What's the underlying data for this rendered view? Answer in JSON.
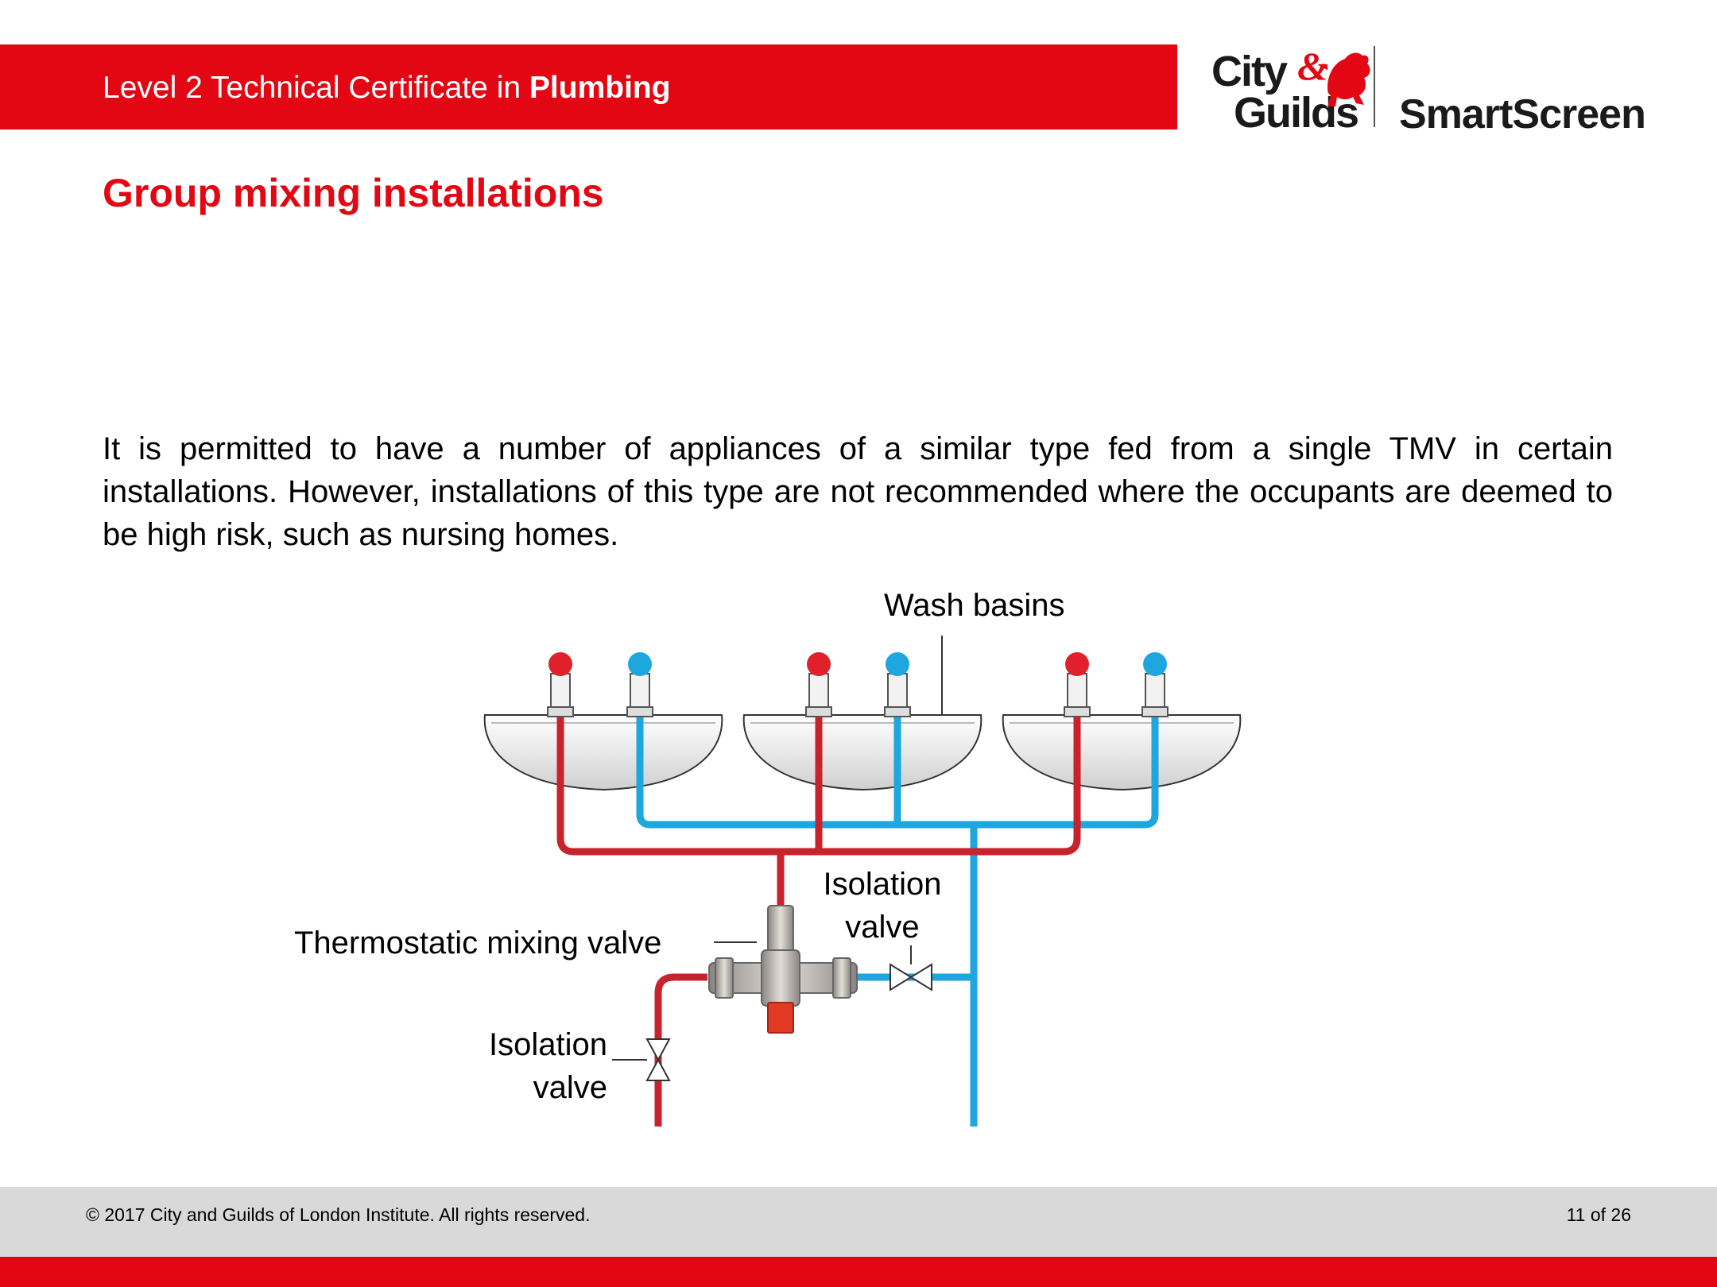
{
  "header": {
    "title_prefix": "Level 2 Technical Certificate in ",
    "title_bold": "Plumbing"
  },
  "logo": {
    "brand_line1": "City&",
    "brand_line1a": "City",
    "brand_line2": "Guilds",
    "product": "SmartScreen",
    "emblem": "lion-icon"
  },
  "slide": {
    "heading": "Group mixing installations",
    "body": "It is permitted to have a number of appliances of a similar type fed from a single TMV in certain installations. However, installations of this type are not recommended where the occupants are deemed to be high risk, such as nursing homes."
  },
  "diagram": {
    "label_wash_basins": "Wash basins",
    "label_isolation_top_1": "Isolation",
    "label_isolation_top_2": "valve",
    "label_tmv": "Thermostatic mixing valve",
    "label_isolation_bottom_1": "Isolation",
    "label_isolation_bottom_2": "valve",
    "hot_color": "#c8232c",
    "cold_color": "#1ea6de"
  },
  "footer": {
    "copyright": "© 2017 City and Guilds of London Institute. All rights reserved.",
    "page_indicator": "11 of 26"
  },
  "colors": {
    "brand_red": "#e30613",
    "footer_grey": "#d9d9d9"
  }
}
